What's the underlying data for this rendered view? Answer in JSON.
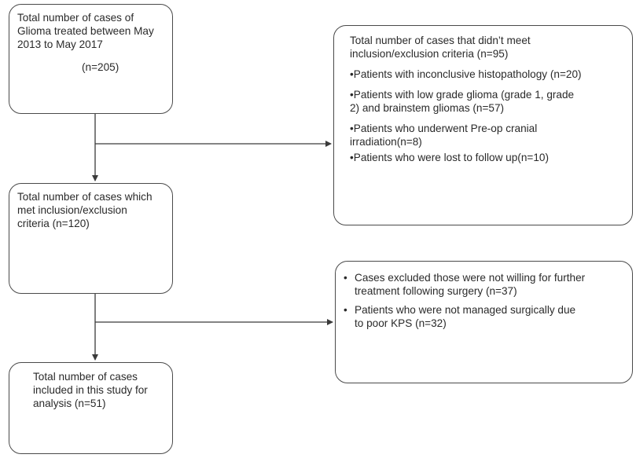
{
  "boxes": {
    "total_cases": {
      "lines": [
        "Total number of cases of",
        "Glioma treated between May",
        "2013 to May 2017"
      ],
      "count": "(n=205)"
    },
    "met_criteria": {
      "lines": [
        "Total number of cases which",
        "met inclusion/exclusion",
        "criteria (n=120)"
      ]
    },
    "included": {
      "lines": [
        "Total number of cases",
        "included in this study for",
        "analysis (n=51)"
      ]
    },
    "not_meeting_criteria": {
      "title_lines": [
        "Total number of cases that didn’t meet",
        "inclusion/exclusion criteria (n=95)"
      ],
      "items": [
        {
          "lines": [
            "•Patients with inconclusive histopathology (n=20)"
          ]
        },
        {
          "lines": [
            "•Patients with low grade glioma (grade 1, grade",
            "2) and brainstem gliomas (n=57)"
          ]
        },
        {
          "lines": [
            "•Patients who underwent Pre-op cranial",
            "irradiation(n=8)"
          ]
        },
        {
          "lines": [
            "•Patients who were lost to follow up(n=10)"
          ]
        }
      ]
    },
    "excluded_further": {
      "items": [
        {
          "bullet": "•",
          "lines": [
            "Cases excluded those were not willing for further",
            "treatment following surgery (n=37)"
          ]
        },
        {
          "bullet": "•",
          "lines": [
            "Patients who were not managed surgically due",
            "to poor KPS  (n=32)"
          ]
        }
      ]
    }
  }
}
